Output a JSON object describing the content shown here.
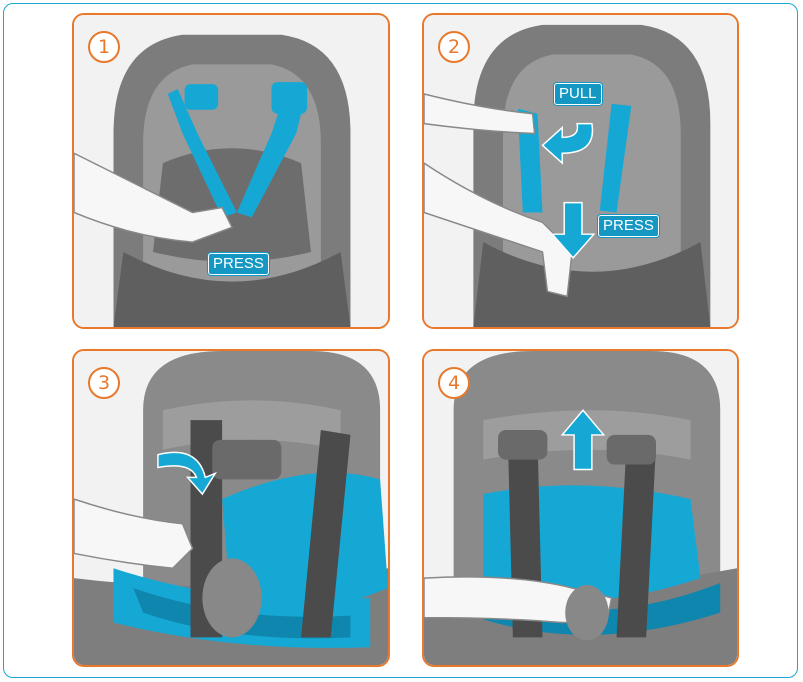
{
  "colors": {
    "accent": "#e9782b",
    "blue": "#1597c4",
    "frame": "#1aa6d6"
  },
  "panels": [
    {
      "step": "1",
      "labels": [
        "PRESS"
      ]
    },
    {
      "step": "2",
      "labels": [
        "PULL",
        "PRESS"
      ]
    },
    {
      "step": "3",
      "labels": []
    },
    {
      "step": "4",
      "labels": []
    }
  ]
}
